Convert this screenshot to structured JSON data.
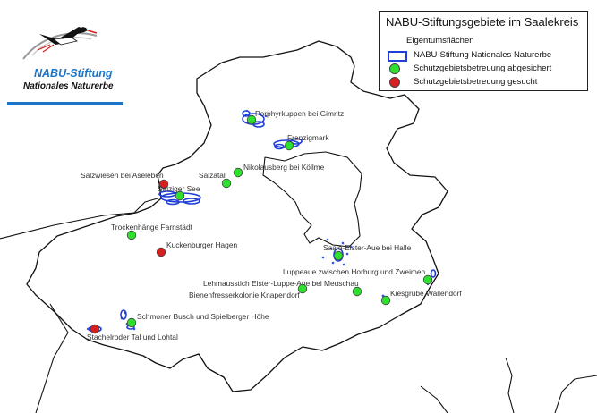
{
  "legend": {
    "title": "NABU-Stiftungsgebiete im Saalekreis",
    "subtitle": "Eigentumsflächen",
    "items": [
      {
        "label": "NABU-Stiftung Nationales Naturerbe",
        "symbol": "blue-outline-rect",
        "color": "#1f3fd6"
      },
      {
        "label": "Schutzgebietsbetreuung abgesichert",
        "symbol": "green-dot",
        "color": "#2ee02e"
      },
      {
        "label": "Schutzgebietsbetreuung gesucht",
        "symbol": "red-dot",
        "color": "#d81e1e"
      }
    ]
  },
  "logo": {
    "line1": "NABU-Stiftung",
    "line2": "Nationales Naturerbe",
    "accent_color": "#1c74c9"
  },
  "sites": [
    {
      "name": "Porphyrkuppen bei Gimritz",
      "status": "abgesichert"
    },
    {
      "name": "Franzigmark",
      "status": "abgesichert"
    },
    {
      "name": "Nikolausberg bei Köllme",
      "status": "abgesichert"
    },
    {
      "name": "Salzatal",
      "status": "abgesichert"
    },
    {
      "name": "Salzwiesen bei Aseleben",
      "status": "gesucht"
    },
    {
      "name": "Salziger See",
      "status": "abgesichert"
    },
    {
      "name": "Trockenhänge Farnstädt",
      "status": "abgesichert"
    },
    {
      "name": "Kuckenburger Hagen",
      "status": "gesucht"
    },
    {
      "name": "Saale-Elster-Aue bei Halle",
      "status": "abgesichert"
    },
    {
      "name": "Luppeaue zwischen Horburg und Zweimen",
      "status": "abgesichert"
    },
    {
      "name": "Lehmausstich Elster-Luppe-Aue bei Meuschau",
      "status": "abgesichert"
    },
    {
      "name": "Bienenfresserkolonie Knapendorf",
      "status": "abgesichert"
    },
    {
      "name": "Kiesgrube Wallendorf",
      "status": "abgesichert"
    },
    {
      "name": "Schmoner Busch und Spielberger Höhe",
      "status": "abgesichert"
    },
    {
      "name": "Stachelroder Tal und Lohtal",
      "status": "gesucht"
    }
  ]
}
